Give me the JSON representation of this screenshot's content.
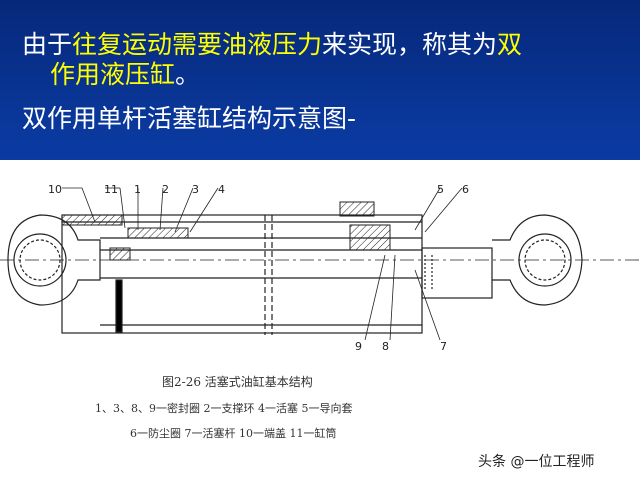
{
  "slide": {
    "line1_a": "由于",
    "line1_b": "往复运动需要油液压力",
    "line1_c": "来实现，称其为",
    "line1_d": "双",
    "line2_a": "作用液压缸",
    "line2_b": "。",
    "heading": "双作用单杆活塞缸结构示意图-"
  },
  "figure": {
    "title": "图2-26  活塞式油缸基本结构",
    "legend_line1": "1、3、8、9一密封圈   2一支撑环   4一活塞   5一导向套",
    "legend_line2": "6一防尘圈   7一活塞杆   10一端盖   11一缸筒",
    "callouts": [
      "10",
      "11",
      "1",
      "2",
      "3",
      "4",
      "5",
      "6",
      "9",
      "8",
      "7"
    ]
  },
  "watermark": "头条 @一位工程师",
  "colors": {
    "background": "#0a3aa0",
    "text": "#ffffff",
    "highlight": "#ffff00"
  }
}
